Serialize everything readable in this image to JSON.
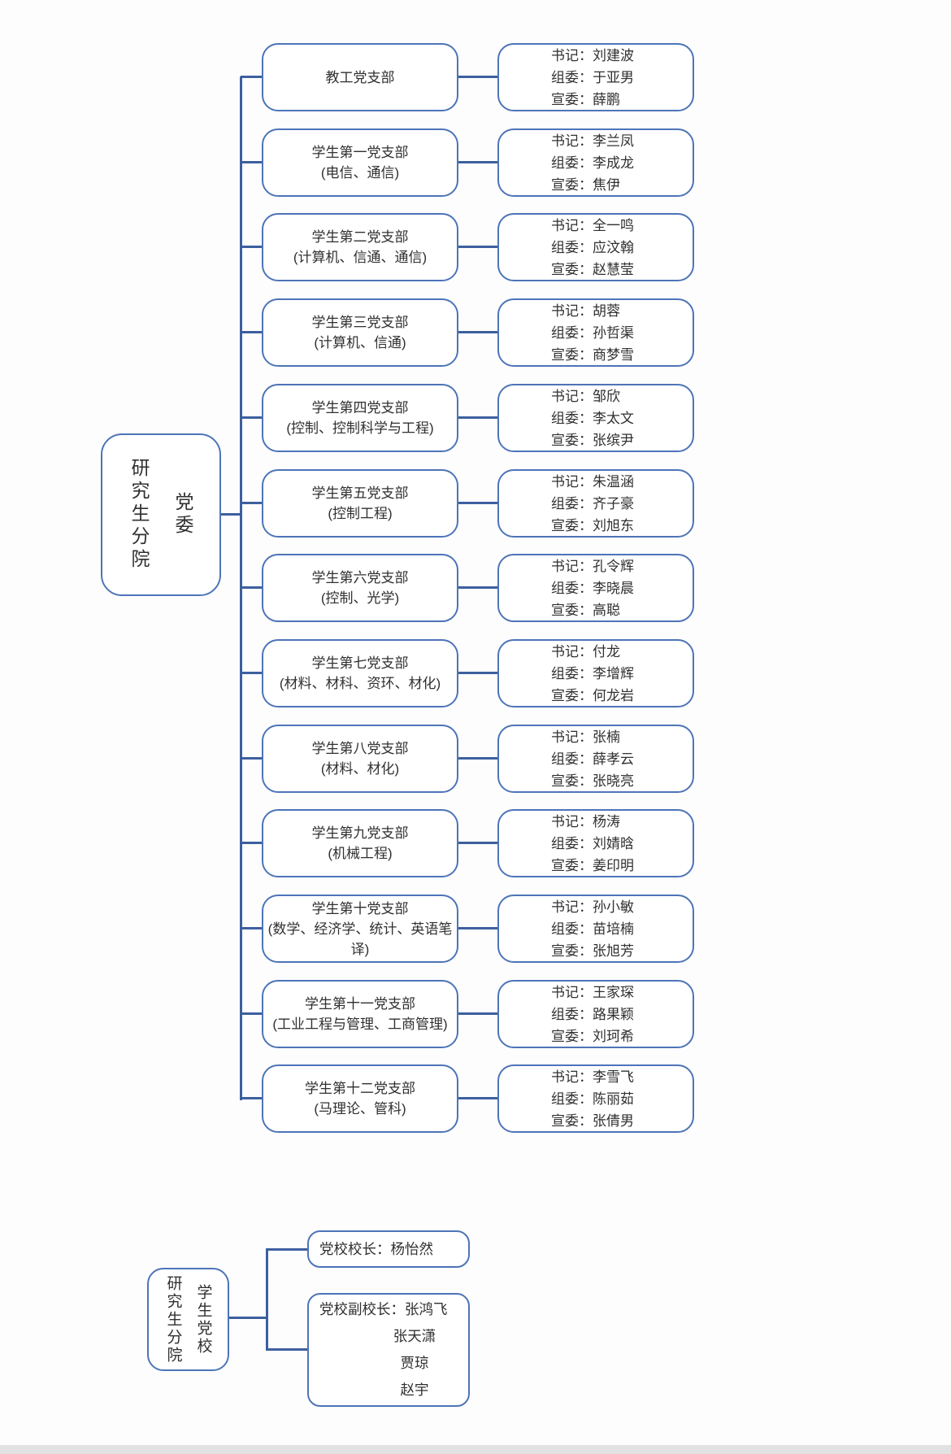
{
  "colors": {
    "box_border": "#4d74b8",
    "connector_line": "#3d5f9f",
    "text": "#303030",
    "background": "#fdfdfd",
    "bottom_strip": "#e2e2e3"
  },
  "committee_chart": {
    "root": {
      "org": "研究生分院",
      "unit": "党委"
    },
    "branches": [
      {
        "title": "教工党支部",
        "subtitle": "",
        "members": [
          "书记：刘建波",
          "组委：于亚男",
          "宣委：薛鹏"
        ]
      },
      {
        "title": "学生第一党支部",
        "subtitle": "(电信、通信)",
        "members": [
          "书记：李兰凤",
          "组委：李成龙",
          "宣委：焦伊"
        ]
      },
      {
        "title": "学生第二党支部",
        "subtitle": "(计算机、信通、通信)",
        "members": [
          "书记：全一鸣",
          "组委：应汶翰",
          "宣委：赵慧莹"
        ]
      },
      {
        "title": "学生第三党支部",
        "subtitle": "(计算机、信通)",
        "members": [
          "书记：胡蓉",
          "组委：孙哲渠",
          "宣委：商梦雪"
        ]
      },
      {
        "title": "学生第四党支部",
        "subtitle": "(控制、控制科学与工程)",
        "members": [
          "书记：邹欣",
          "组委：李太文",
          "宣委：张缤尹"
        ]
      },
      {
        "title": "学生第五党支部",
        "subtitle": "(控制工程)",
        "members": [
          "书记：朱温涵",
          "组委：齐子豪",
          "宣委：刘旭东"
        ]
      },
      {
        "title": "学生第六党支部",
        "subtitle": "(控制、光学)",
        "members": [
          "书记：孔令辉",
          "组委：李晓晨",
          "宣委：高聪"
        ]
      },
      {
        "title": "学生第七党支部",
        "subtitle": "(材料、材科、资环、材化)",
        "members": [
          "书记：付龙",
          "组委：李增辉",
          "宣委：何龙岩"
        ]
      },
      {
        "title": "学生第八党支部",
        "subtitle": "(材料、材化)",
        "members": [
          "书记：张楠",
          "组委：薛孝云",
          "宣委：张晓亮"
        ]
      },
      {
        "title": "学生第九党支部",
        "subtitle": "(机械工程)",
        "members": [
          "书记：杨涛",
          "组委：刘婧晗",
          "宣委：姜印明"
        ]
      },
      {
        "title": "学生第十党支部",
        "subtitle": "(数学、经济学、统计、英语笔译)",
        "members": [
          "书记：孙小敏",
          "组委：苗培楠",
          "宣委：张旭芳"
        ]
      },
      {
        "title": "学生第十一党支部",
        "subtitle": "(工业工程与管理、工商管理)",
        "members": [
          "书记：王家琛",
          "组委：路果颖",
          "宣委：刘珂希"
        ]
      },
      {
        "title": "学生第十二党支部",
        "subtitle": "(马理论、管科)",
        "members": [
          "书记：李雪飞",
          "组委：陈丽茹",
          "宣委：张倩男"
        ]
      }
    ]
  },
  "school_chart": {
    "root": {
      "org": "研究生分院",
      "unit": "学生党校"
    },
    "nodes": [
      {
        "lines": [
          "党校校长：杨怡然"
        ]
      },
      {
        "lines": [
          "党校副校长：张鸿飞",
          "张天潇",
          "贾琼",
          "赵宇"
        ]
      }
    ]
  }
}
